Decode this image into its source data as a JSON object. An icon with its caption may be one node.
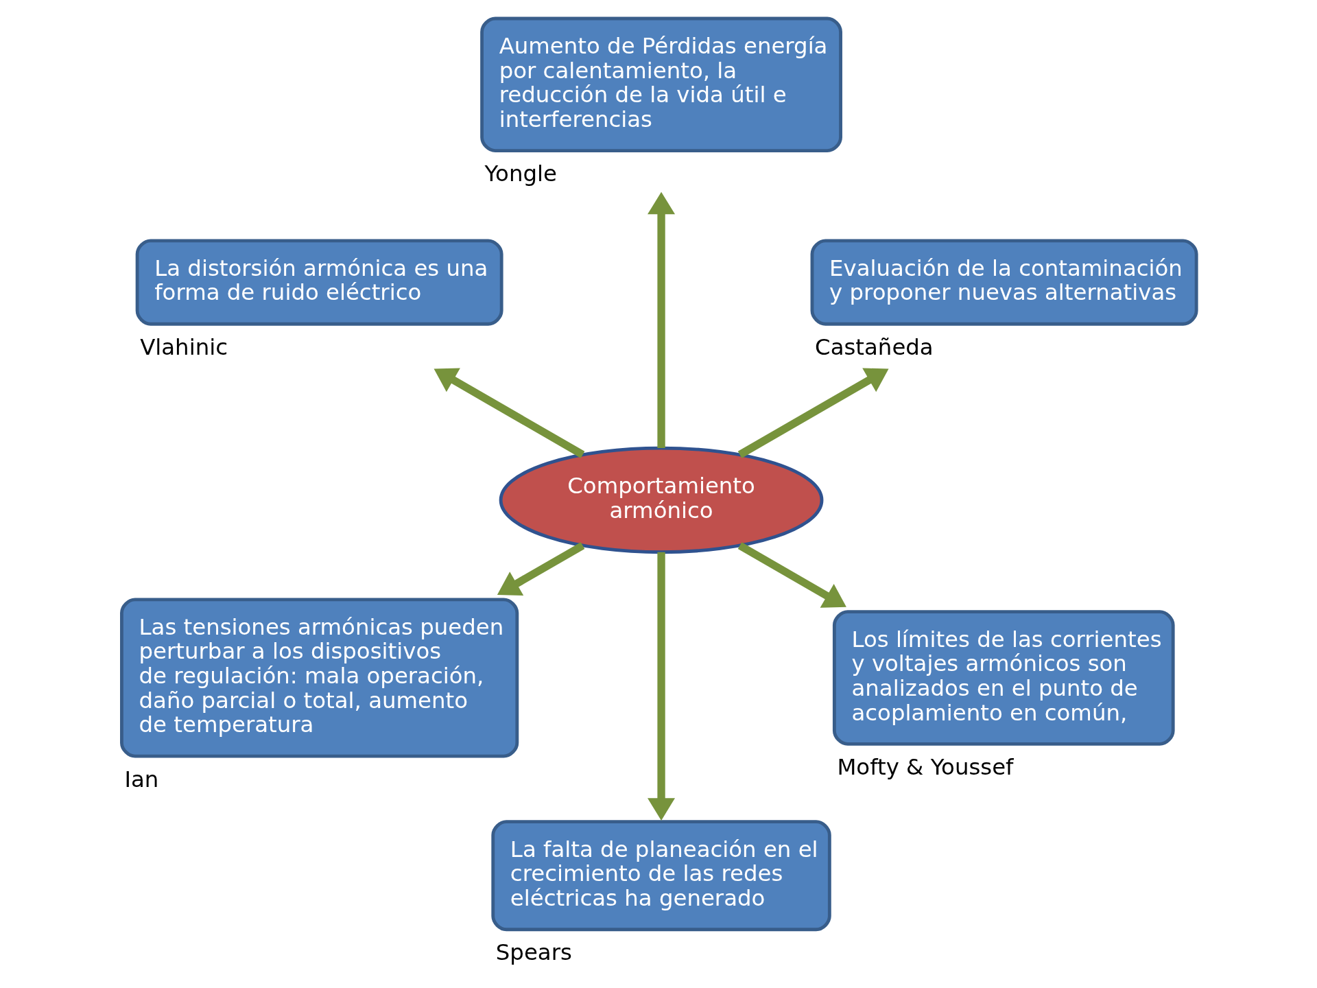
{
  "diagram": {
    "nodes": [
      {
        "text": [
          "Comportamiento armónico"
        ]
      },
      {
        "text": [
          "Evaluación de la contaminación y proponer nuevas alternativas"
        ],
        "beside": [
          "Castañeda"
        ]
      },
      {
        "text": [
          "Aumento de Pérdidas energía por calentamiento, la reducción de la vida útil e interferencias"
        ],
        "beside": [
          "Yongle"
        ]
      },
      {
        "text": [
          "La distorsión armónica es una forma de ruido eléctrico"
        ],
        "beside": [
          "Vlahinic"
        ]
      },
      {
        "text": [
          "Las tensiones armónicas pueden perturbar a los dispositivos de regulación: mala operación, daño parcial o total, aumento de temperatura"
        ],
        "beside": [
          "Ian"
        ]
      },
      {
        "text": [
          "La falta de planeación en el crecimiento de las redes eléctricas ha generado"
        ],
        "beside": [
          "Spears"
        ]
      },
      {
        "text": [
          "Los límites de las corrientes y voltajes armónicos son analizados en el punto de acoplamiento en común,"
        ],
        "beside": [
          "Mofty & Youssef"
        ]
      }
    ],
    "edges": [
      {
        "from": 0,
        "to": 1,
        "arrow": "to"
      },
      {
        "from": 0,
        "to": 2,
        "arrow": "to"
      },
      {
        "from": 0,
        "to": 3,
        "arrow": "to"
      },
      {
        "from": 0,
        "to": 4,
        "arrow": "to"
      },
      {
        "from": 0,
        "to": 5,
        "arrow": "to"
      },
      {
        "from": 0,
        "to": 6,
        "arrow": "to"
      }
    ]
  }
}
